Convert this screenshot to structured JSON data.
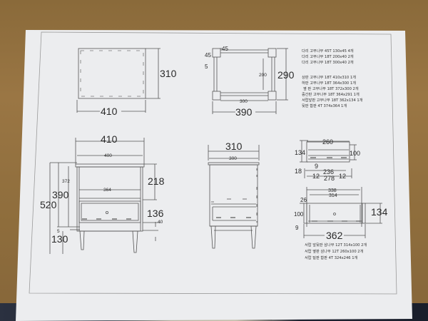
{
  "document": {
    "type": "furniture technical drawing on paper",
    "colors": {
      "paper": "#ecedef",
      "line": "#555555",
      "text": "#2a2a2a",
      "table": "#8e6d3c"
    }
  },
  "top_view": {
    "width": "410",
    "depth": "310"
  },
  "frame_view": {
    "top_45_a": "45",
    "top_45_b": "45",
    "offset_5": "5",
    "inner_height": "200",
    "outer_height": "290",
    "inner_width": "300",
    "outer_width": "390"
  },
  "parts_list_1": [
    "다리 고무나무 45T 130x45   4개",
    "다리 고무나무 18T 200x40   2개",
    "다리 고무나무 18T 300x40   2개"
  ],
  "parts_list_2": [
    "상판 고무나무 18T 410x310   1개",
    "하판 고무나무 18T 364x300   1개",
    "옆 판 고무나무 18T 372x300   2개",
    "중간판 고무나무 18T 364x291   1개",
    "서랍앞판 고무나무 18T 362x134   1개",
    "뒷판 합판 4T 374x364   1개"
  ],
  "front_view": {
    "top_width": "410",
    "inner_width": "400",
    "shelf_width": "364",
    "side_height": "372",
    "body_height": "390",
    "total_height": "520",
    "leg_height": "130",
    "gap_5": "5",
    "upper_height": "218",
    "drawer_height": "136",
    "drawer_gap": "40"
  },
  "side_view": {
    "outer_depth": "310",
    "inner_depth": "300"
  },
  "drawer_top_view": {
    "width_260": "260",
    "height_134": "134",
    "height_100": "100",
    "offset_18": "18",
    "offset_9": "9",
    "inner_236": "236",
    "side_12_left": "12",
    "side_12_right": "12",
    "outer_278": "278"
  },
  "drawer_front_view": {
    "width_338": "338",
    "width_314": "314",
    "offset_26": "26",
    "height_100": "100",
    "offset_9": "9",
    "height_134": "134",
    "front_width": "362"
  },
  "parts_list_3": [
    "서랍 앞뒷판 삼나무 12T 314x100   2개",
    "서랍 옆판 삼나무 12T 260x100   2개",
    "서랍 밑판 합판 4T 324x246   1개"
  ]
}
